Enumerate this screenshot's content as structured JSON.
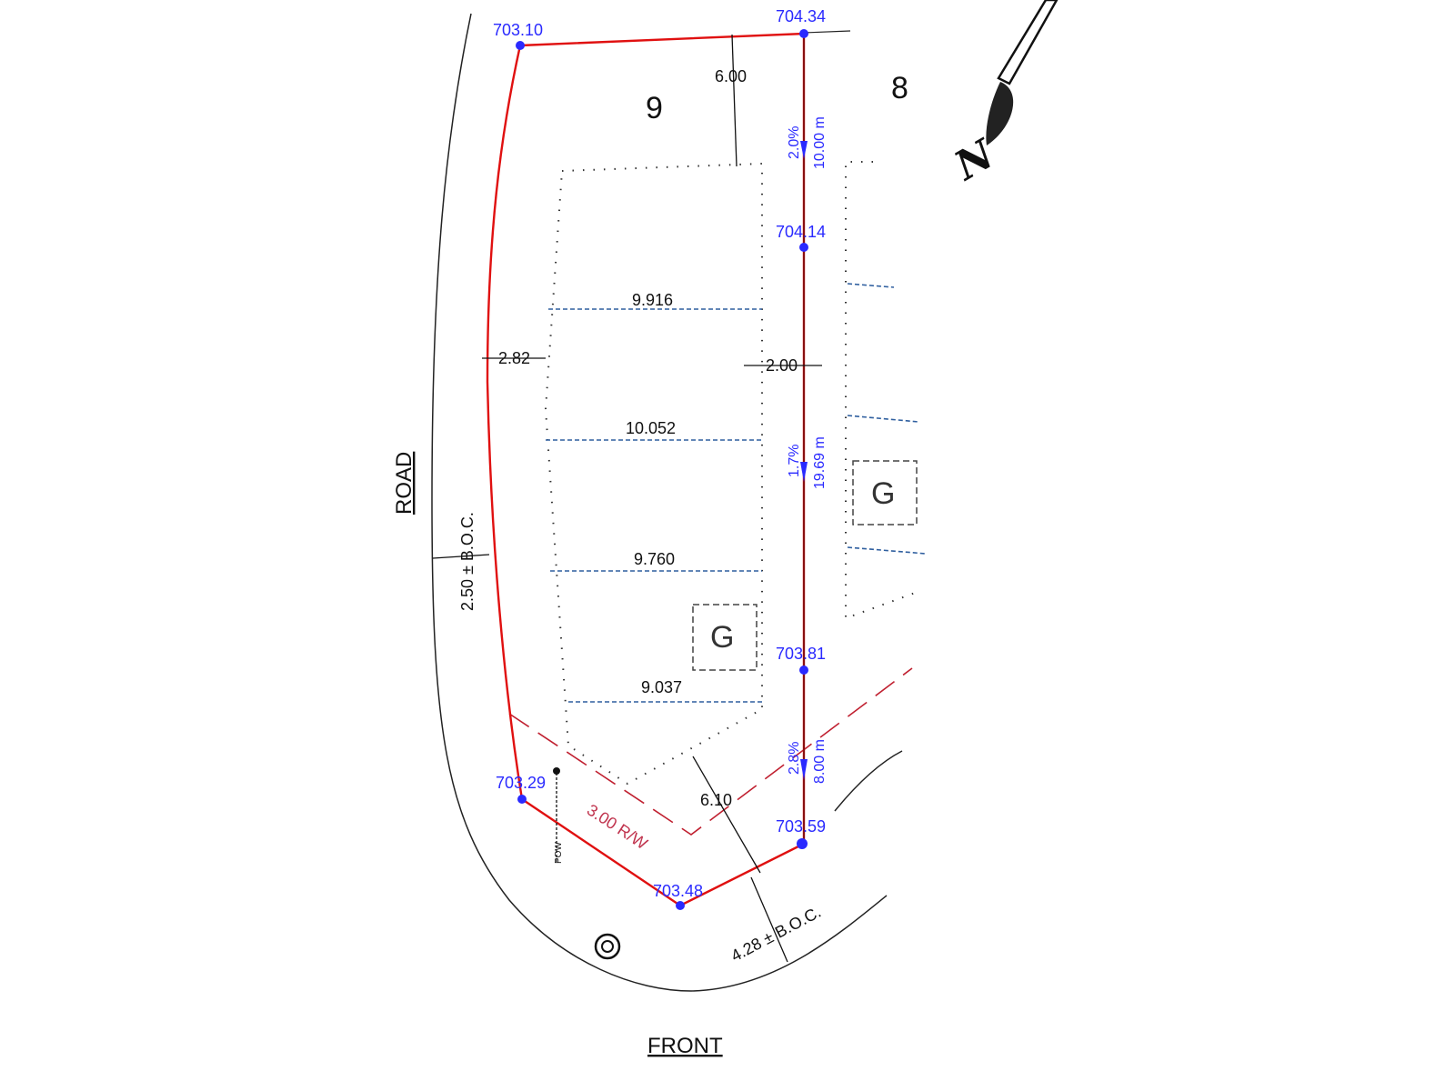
{
  "lots": {
    "lot_9": "9",
    "lot_8": "8"
  },
  "street_labels": {
    "road": "ROAD",
    "front": "FRONT"
  },
  "elevations": [
    "703.10",
    "704.34",
    "704.14",
    "703.81",
    "703.59",
    "703.48",
    "703.29"
  ],
  "dimensions": {
    "rear_setback": "6.00",
    "side_setback_left": "2.82",
    "side_setback_right": "2.00",
    "front_setback": "6.10",
    "boc_left": "2.50 ± B.O.C.",
    "boc_front": "4.28 ± B.O.C.",
    "widths": [
      "9.916",
      "10.052",
      "9.760",
      "9.037"
    ]
  },
  "slopes": [
    {
      "grade": "2.0%",
      "length": "10.00 m"
    },
    {
      "grade": "1.7%",
      "length": "19.69 m"
    },
    {
      "grade": "2.8%",
      "length": "8.00 m"
    }
  ],
  "right_of_way": "3.00 R/W",
  "garage_label": "G",
  "pow_label": "POW",
  "north_label": "N",
  "colors": {
    "boundary": "#e01010",
    "elevation": "#2a2aff",
    "dashed_line": "#2f5f9f",
    "rw": "#c0344e"
  }
}
